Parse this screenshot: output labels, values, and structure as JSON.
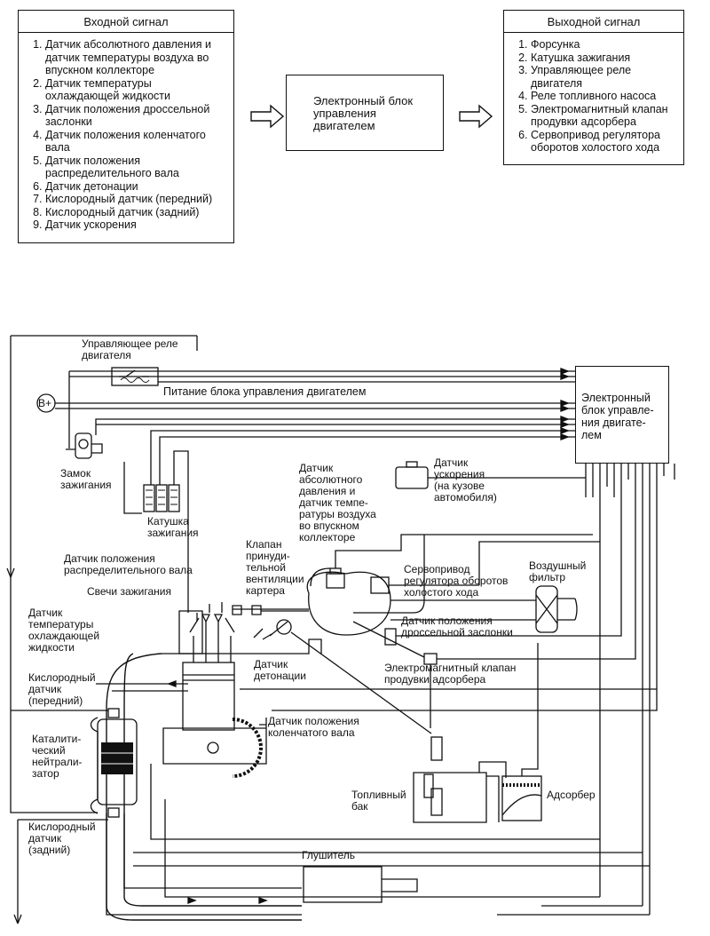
{
  "input_box": {
    "header": "Входной сигнал",
    "items": [
      "Датчик абсолютного давления и датчик температуры воздуха во впускном коллекторе",
      "Датчик температуры охлаждающей жидкости",
      "Датчик положения дроссельной заслонки",
      "Датчик положения коленчатого вала",
      "Датчик положения распределительного вала",
      "Датчик детонации",
      "Кислородный датчик (передний)",
      "Кислородный датчик (задний)",
      "Датчик ускорения"
    ]
  },
  "ecu_block": {
    "label": "Электронный блок управления двигателем"
  },
  "output_box": {
    "header": "Выходной сигнал",
    "items": [
      "Форсунка",
      "Катушка зажигания",
      "Управляющее реле двигателя",
      "Реле топливного насоса",
      "Электромагнитный клапан продувки адсорбера",
      "Сервопривод регулятора оборотов холостого хода"
    ]
  },
  "diagram": {
    "relay": "Управляющее реле\nдвигателя",
    "power": "Питание блока управления двигателем",
    "battery": "B+",
    "ecu": "Электронный\nблок управле-\nния двигате-\nлем",
    "ignition_switch": "Замок\nзажигания",
    "coil": "Катушка\nзажигания",
    "map_sensor": "Датчик\nабсолютного\nдавления и\nдатчик темпе-\nратуры воздуха\nво впускном\nколлекторе",
    "accel_sensor": "Датчик\nускорения\n(на кузове\nавтомобиля)",
    "cam_sensor": "Датчик положения\nраспределительного вала",
    "pcv_valve": "Клапан\nпринуди-\nтельной\nвентиляции\nкартера",
    "spark_plugs": "Свечи зажигания",
    "iac": "Сервопривод\nрегулятора оборотов\nхолостого хода",
    "air_filter": "Воздушный\nфильтр",
    "coolant_sensor": "Датчик\nтемпературы\nохлаждающей\nжидкости",
    "tps": "Датчик положения\nдроссельной заслонки",
    "knock_sensor": "Датчик\nдетонации",
    "purge_valve": "Электромагнитный клапан\nпродувки адсорбера",
    "o2_front": "Кислородный\nдатчик\n(передний)",
    "crank_sensor": "Датчик положения\nколенчатого вала",
    "catalyst": "Каталити-\nческий\nнейтрали-\nзатор",
    "fuel_tank": "Топливный\nбак",
    "adsorber": "Адсорбер",
    "o2_rear": "Кислородный\nдатчик\n(задний)",
    "muffler": "Глушитель"
  }
}
